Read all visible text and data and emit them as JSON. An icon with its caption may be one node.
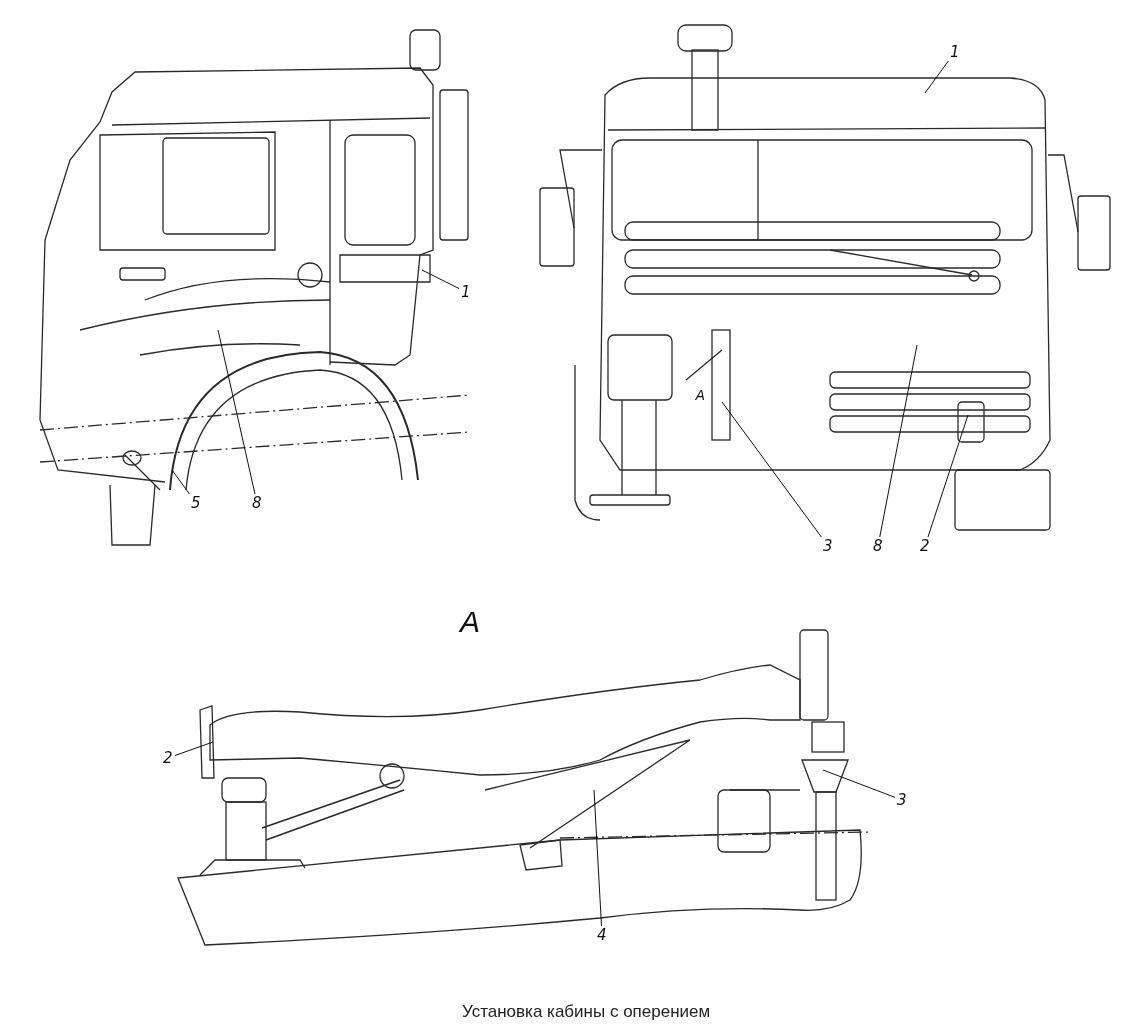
{
  "diagram": {
    "caption": "Установка кабины с оперением",
    "nodes": [
      {
        "text": [
          "1"
        ]
      },
      {
        "text": [
          "5"
        ]
      },
      {
        "text": [
          "8"
        ]
      },
      {
        "text": [
          "1"
        ]
      },
      {
        "text": [
          "3"
        ]
      },
      {
        "text": [
          "8"
        ]
      },
      {
        "text": [
          "2"
        ]
      },
      {
        "text": [
          "2"
        ]
      },
      {
        "text": [
          "3"
        ]
      },
      {
        "text": [
          "4"
        ]
      }
    ],
    "edges": [
      {
        "from": 0,
        "to": null,
        "arrow": "none"
      },
      {
        "from": 1,
        "to": null,
        "arrow": "none"
      },
      {
        "from": 2,
        "to": null,
        "arrow": "none"
      },
      {
        "from": 3,
        "to": null,
        "arrow": "none"
      },
      {
        "from": 4,
        "to": null,
        "arrow": "none"
      },
      {
        "from": 5,
        "to": null,
        "arrow": "none"
      },
      {
        "from": 6,
        "to": null,
        "arrow": "none"
      },
      {
        "from": 7,
        "to": null,
        "arrow": "none"
      },
      {
        "from": 8,
        "to": null,
        "arrow": "none"
      },
      {
        "from": 9,
        "to": null,
        "arrow": "none"
      }
    ],
    "labels": [
      "A",
      "A"
    ]
  }
}
